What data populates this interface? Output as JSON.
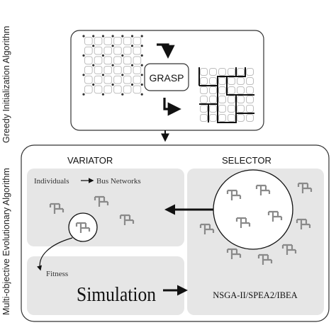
{
  "labels": {
    "side_top": "Greedy Initialization Algorithm",
    "side_bottom": "Multi-objective Evolutionary Algorithm",
    "grasp": "GRASP",
    "variator": "VARIATOR",
    "selector": "SELECTOR",
    "individuals": "Individuals",
    "bus_networks": "Bus Networks",
    "fitness": "Fitness",
    "simulation": "Simulation",
    "algorithms": "NSGA-II/SPEA2/IBEA"
  },
  "colors": {
    "panel_fill": "#e6e6e6",
    "line": "#111111",
    "grid_light": "#bdbdbd",
    "glyph": "#8a8a8a"
  }
}
